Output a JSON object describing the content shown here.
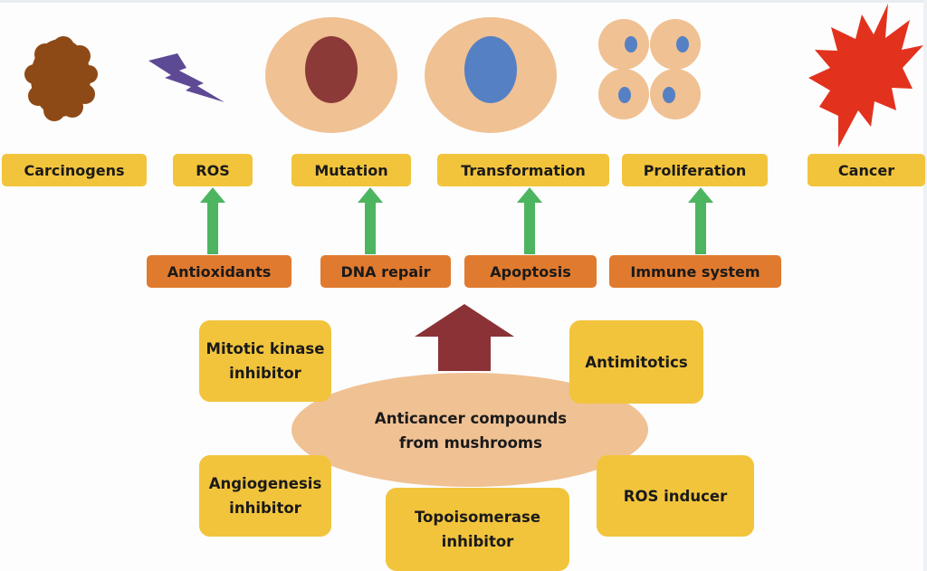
{
  "diagram": {
    "title": "",
    "stages": [
      {
        "label": "Carcinogens",
        "icon": "carcinogen-blob-icon"
      },
      {
        "label": "ROS",
        "icon": "lightning-bolt-icon"
      },
      {
        "label": "Mutation",
        "icon": "mutated-cell-icon"
      },
      {
        "label": "Transformation",
        "icon": "transformed-cell-icon"
      },
      {
        "label": "Proliferation",
        "icon": "proliferating-cells-icon"
      },
      {
        "label": "Cancer",
        "icon": "cancer-starburst-icon"
      }
    ],
    "defenses": [
      {
        "label": "Antioxidants",
        "targets": "ROS"
      },
      {
        "label": "DNA repair",
        "targets": "Mutation"
      },
      {
        "label": "Apoptosis",
        "targets": "Transformation"
      },
      {
        "label": "Immune system",
        "targets": "Proliferation"
      }
    ],
    "center": {
      "line1": "Anticancer compounds",
      "line2": "from mushrooms"
    },
    "compounds": [
      {
        "line1": "Mitotic kinase",
        "line2": "inhibitor"
      },
      {
        "line1": "Antimitotics",
        "line2": ""
      },
      {
        "line1": "Angiogenesis",
        "line2": "inhibitor"
      },
      {
        "line1": "Topoisomerase",
        "line2": "inhibitor"
      },
      {
        "line1": "ROS inducer",
        "line2": ""
      }
    ],
    "colors": {
      "stage_box": "#f2c43c",
      "defense_box": "#e07a2e",
      "support_arrow": "#4db560",
      "main_arrow": "#8b3236",
      "center_ellipse": "#f0c193",
      "cell": "#f0c193",
      "mutated_nucleus": "#8b3a38",
      "normal_nucleus": "#5580c4",
      "carcinogen": "#8e4a16",
      "ros": "#5e4a94",
      "cancer": "#e2321e"
    }
  }
}
